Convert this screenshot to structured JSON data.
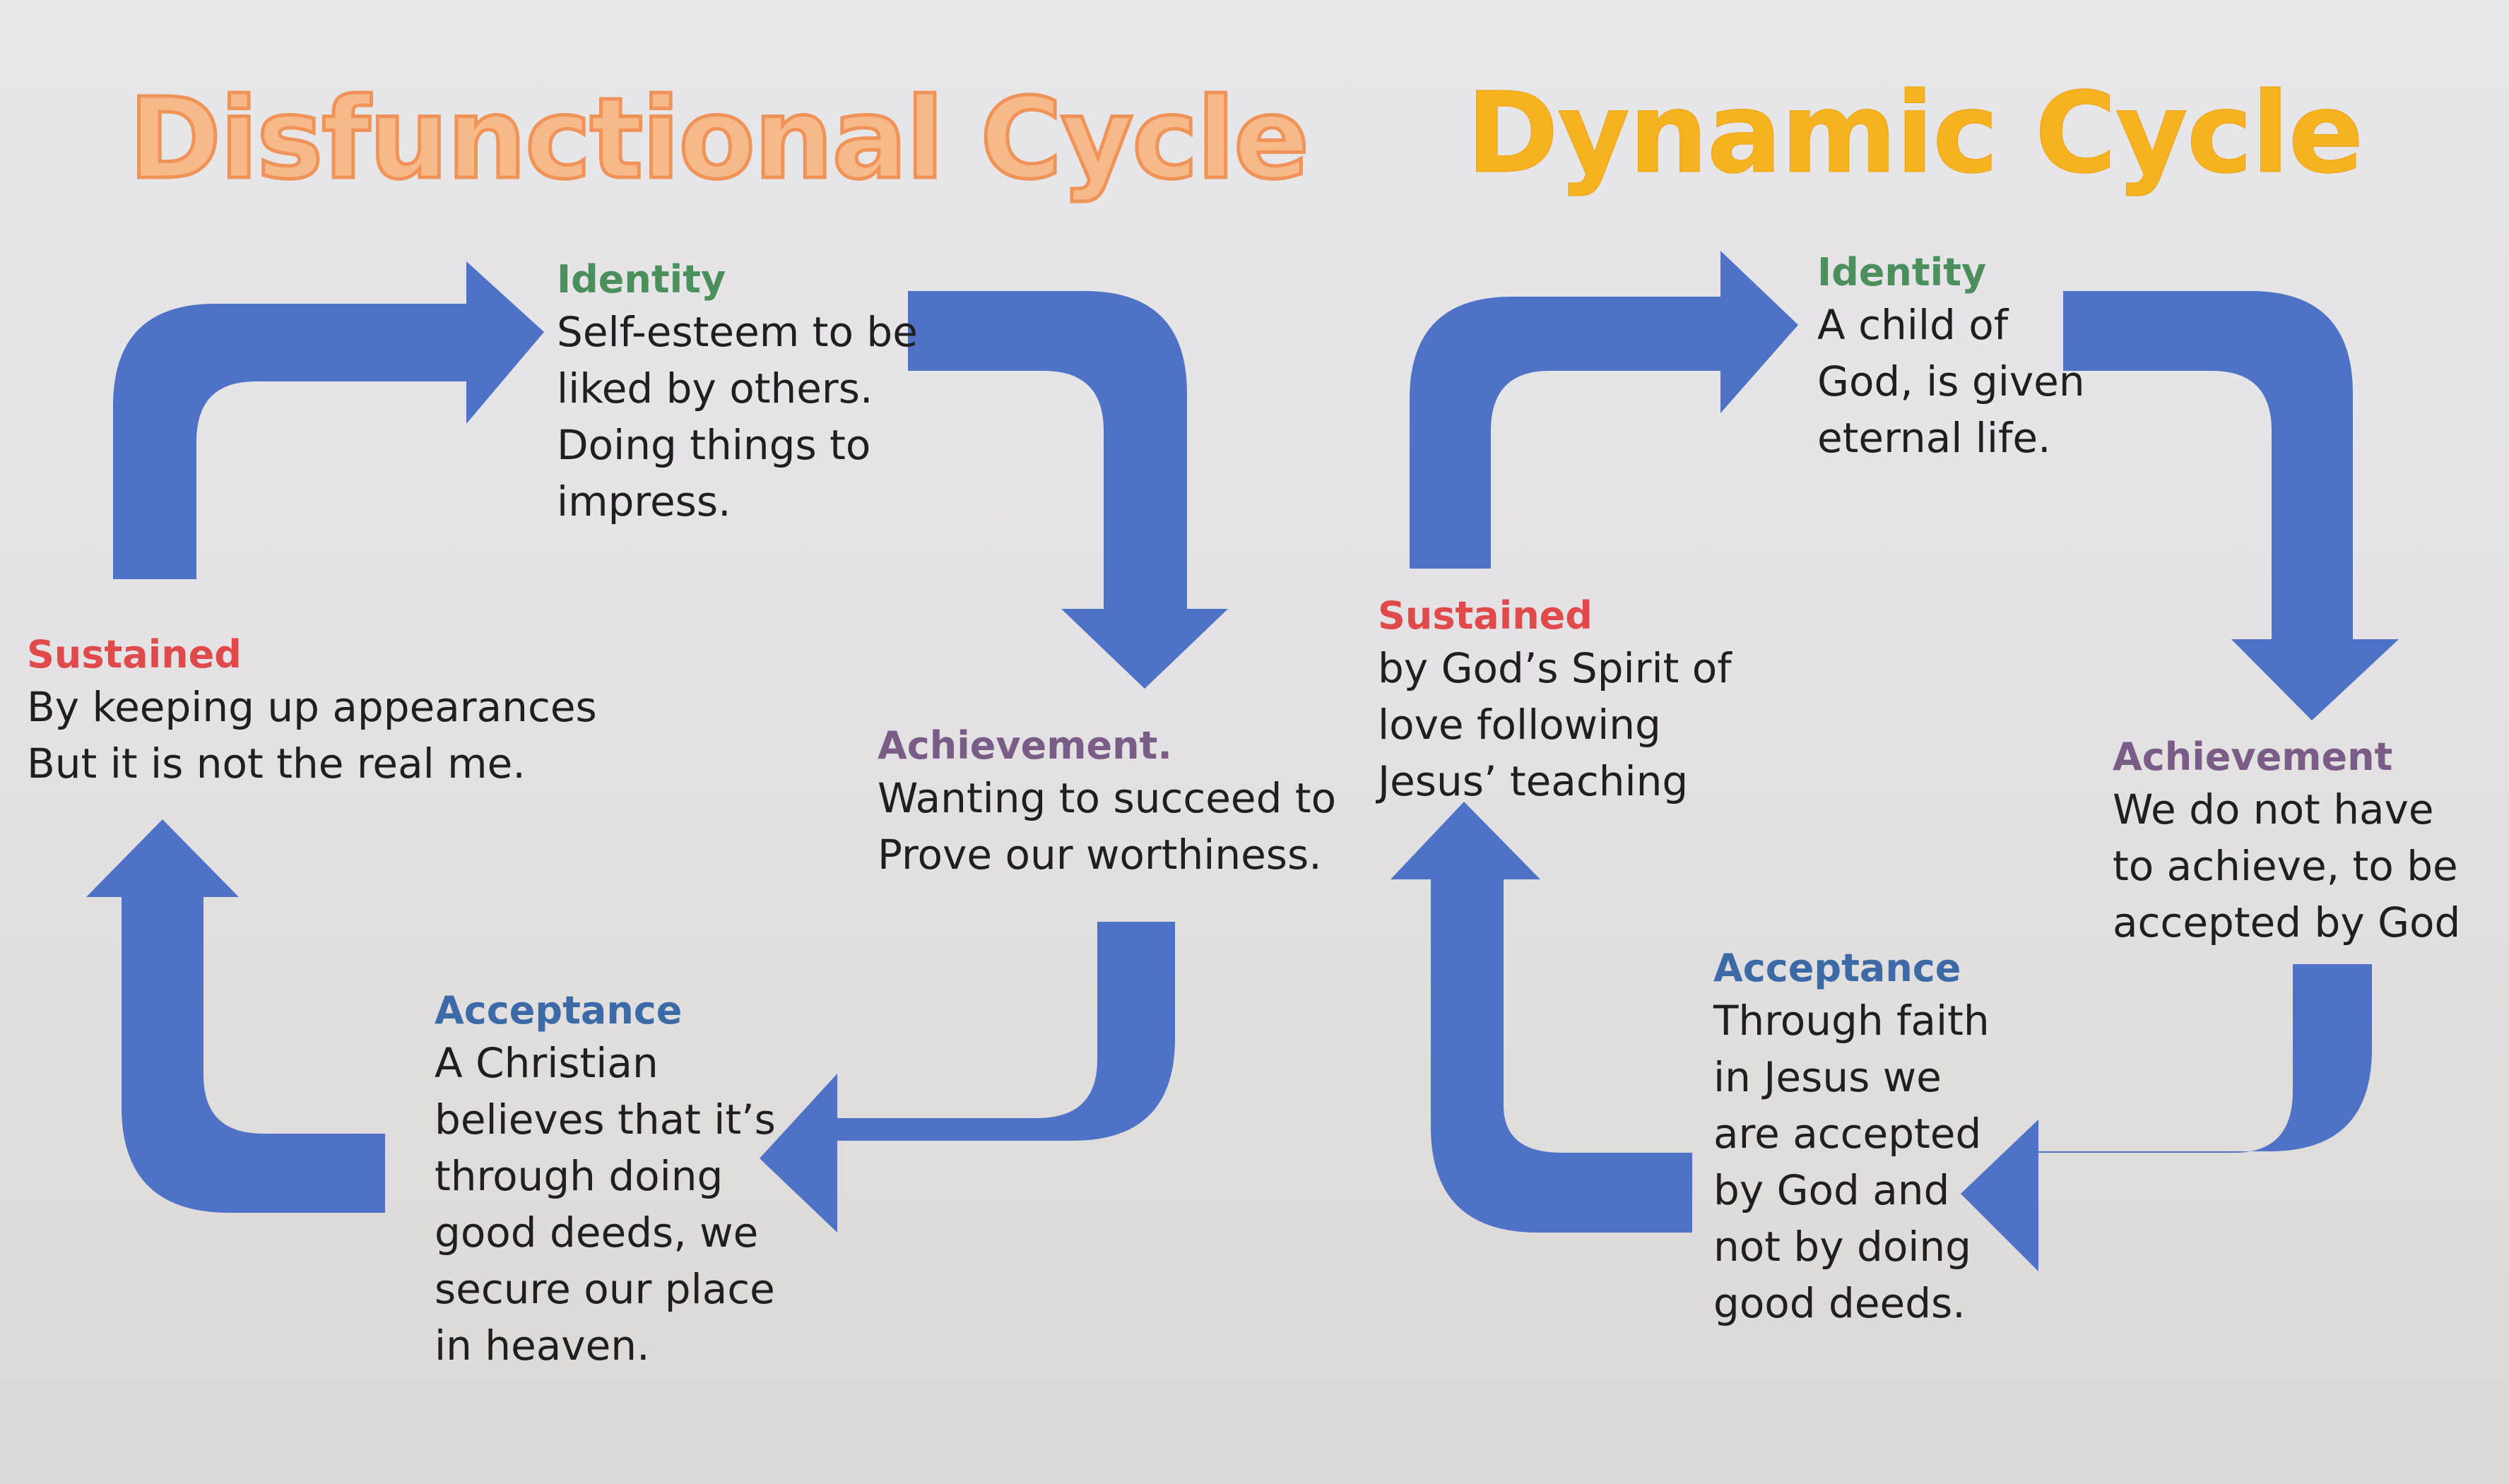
{
  "colors": {
    "arrow": "#4e72c6",
    "title_disfunctional": "#f7b98a",
    "title_dynamic": "#f6b21f",
    "identity": "#4a8f5c",
    "sustained": "#e04a4a",
    "achievement": "#7a5d87",
    "acceptance": "#3c6aa6"
  },
  "disfunctional": {
    "title": "Disfunctional Cycle",
    "identity": {
      "heading": "Identity",
      "lines": [
        "Self-esteem to be",
        "liked by others.",
        "Doing things to",
        "impress."
      ]
    },
    "achievement": {
      "heading": "Achievement.",
      "lines": [
        "Wanting to succeed to",
        "Prove our worthiness."
      ]
    },
    "acceptance": {
      "heading": "Acceptance",
      "lines": [
        "A Christian",
        "believes that it’s",
        "through doing",
        "good deeds, we",
        "secure our place",
        "in heaven."
      ]
    },
    "sustained": {
      "heading": "Sustained",
      "lines": [
        "By keeping up appearances",
        "But it is not the real me."
      ]
    }
  },
  "dynamic": {
    "title": "Dynamic  Cycle",
    "identity": {
      "heading": "Identity",
      "lines": [
        "A child of",
        "God, is given",
        "eternal life."
      ]
    },
    "achievement": {
      "heading": "Achievement",
      "lines": [
        "We do not have",
        "to achieve, to be",
        "accepted by God"
      ]
    },
    "acceptance": {
      "heading": "Acceptance",
      "lines": [
        "Through faith",
        "in Jesus we",
        "are accepted",
        "by God and",
        "not by doing",
        "good deeds."
      ]
    },
    "sustained": {
      "heading": "Sustained",
      "lines": [
        "by God’s Spirit of",
        "love following",
        "Jesus’ teaching"
      ]
    }
  }
}
